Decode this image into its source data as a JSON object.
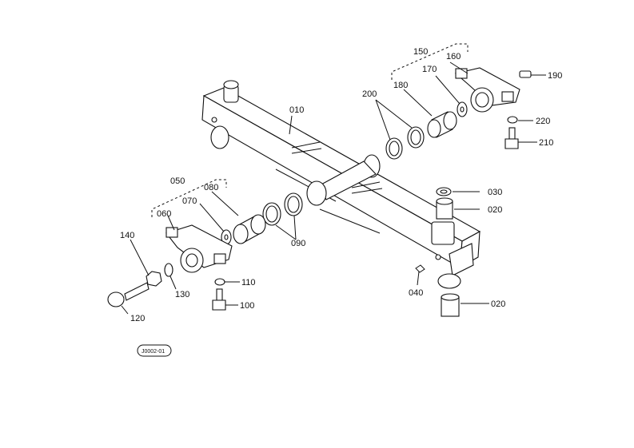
{
  "labels": {
    "l010": "010",
    "l020a": "020",
    "l020b": "020",
    "l030": "030",
    "l040": "040",
    "l050": "050",
    "l060": "060",
    "l070": "070",
    "l080": "080",
    "l090": "090",
    "l100": "100",
    "l110": "110",
    "l120": "120",
    "l130": "130",
    "l140": "140",
    "l150": "150",
    "l160": "160",
    "l170": "170",
    "l180": "180",
    "l190": "190",
    "l200": "200",
    "l210": "210",
    "l220": "220",
    "figure_code": "J0002-01"
  }
}
